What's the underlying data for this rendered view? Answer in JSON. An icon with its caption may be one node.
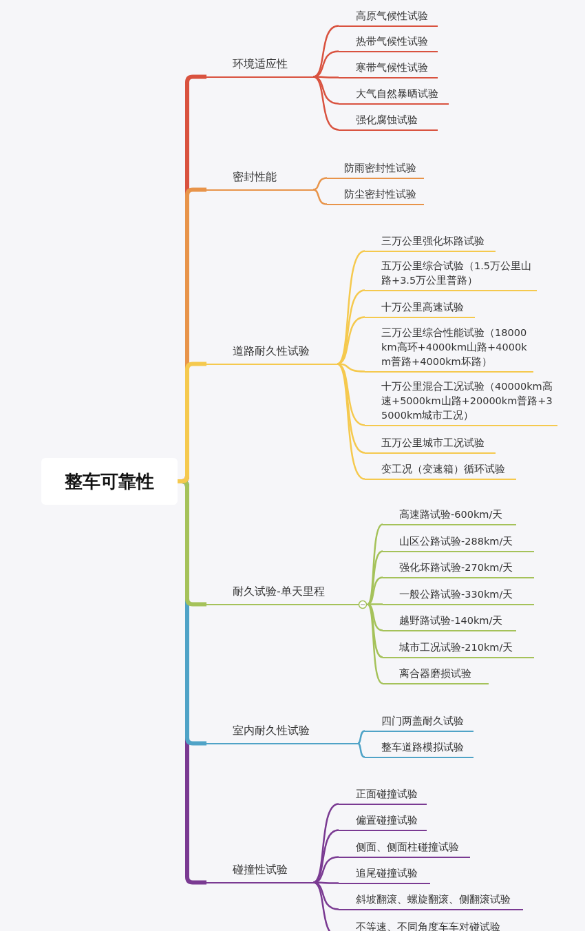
{
  "diagram": {
    "nodes": [
      {
        "text": [
          "整车可靠性"
        ]
      },
      {
        "text": [
          "环境适应性"
        ]
      },
      {
        "text": [
          "高原气候性试验"
        ]
      },
      {
        "text": [
          "热带气候性试验"
        ]
      },
      {
        "text": [
          "寒带气候性试验"
        ]
      },
      {
        "text": [
          "大气自然暴晒试验"
        ]
      },
      {
        "text": [
          "强化腐蚀试验"
        ]
      },
      {
        "text": [
          "密封性能"
        ]
      },
      {
        "text": [
          "防雨密封性试验"
        ]
      },
      {
        "text": [
          "防尘密封性试验"
        ]
      },
      {
        "text": [
          "道路耐久性试验"
        ]
      },
      {
        "text": [
          "三万公里强化坏路试验"
        ]
      },
      {
        "text": [
          "五万公里综合试验（1.5万公里山路+3.5万公里普路）"
        ]
      },
      {
        "text": [
          "十万公里高速试验"
        ]
      },
      {
        "text": [
          "三万公里综合性能试验（18000km高环+4000km山路+4000km普路+4000km坏路）"
        ]
      },
      {
        "text": [
          "十万公里混合工况试验（40000km高速+5000km山路+20000km普路+35000km城市工况）"
        ]
      },
      {
        "text": [
          "五万公里城市工况试验"
        ]
      },
      {
        "text": [
          "变工况（变速箱）循环试验"
        ]
      },
      {
        "text": [
          "耐久试验-单天里程"
        ]
      },
      {
        "text": [
          "高速路试验-600km/天"
        ]
      },
      {
        "text": [
          "山区公路试验-288km/天"
        ]
      },
      {
        "text": [
          "强化坏路试验-270km/天"
        ]
      },
      {
        "text": [
          "一般公路试验-330km/天"
        ]
      },
      {
        "text": [
          "越野路试验-140km/天"
        ]
      },
      {
        "text": [
          "城市工况试验-210km/天"
        ]
      },
      {
        "text": [
          "离合器磨损试验"
        ]
      },
      {
        "text": [
          "室内耐久性试验"
        ]
      },
      {
        "text": [
          "四门两盖耐久试验"
        ]
      },
      {
        "text": [
          "整车道路模拟试验"
        ]
      },
      {
        "text": [
          "碰撞性试验"
        ]
      },
      {
        "text": [
          "正面碰撞试验"
        ]
      },
      {
        "text": [
          "偏置碰撞试验"
        ]
      },
      {
        "text": [
          "侧面、侧面柱碰撞试验"
        ]
      },
      {
        "text": [
          "追尾碰撞试验"
        ]
      },
      {
        "text": [
          "斜坡翻滚、螺旋翻滚、侧翻滚试验"
        ]
      },
      {
        "text": [
          "不等速、不同角度车车对碰试验"
        ]
      }
    ],
    "edges": [
      {
        "from": 0,
        "to": 1,
        "arrow": "none",
        "style": "thick",
        "color": "#d9523f"
      },
      {
        "from": 1,
        "to": 2,
        "arrow": "none",
        "color": "#d9523f"
      },
      {
        "from": 1,
        "to": 3,
        "arrow": "none",
        "color": "#d9523f"
      },
      {
        "from": 1,
        "to": 4,
        "arrow": "none",
        "color": "#d9523f"
      },
      {
        "from": 1,
        "to": 5,
        "arrow": "none",
        "color": "#d9523f"
      },
      {
        "from": 1,
        "to": 6,
        "arrow": "none",
        "color": "#d9523f"
      },
      {
        "from": 0,
        "to": 7,
        "arrow": "none",
        "style": "thick",
        "color": "#e8944a"
      },
      {
        "from": 7,
        "to": 8,
        "arrow": "none",
        "color": "#e8944a"
      },
      {
        "from": 7,
        "to": 9,
        "arrow": "none",
        "color": "#e8944a"
      },
      {
        "from": 0,
        "to": 10,
        "arrow": "none",
        "style": "thick",
        "color": "#f5c94e"
      },
      {
        "from": 10,
        "to": 11,
        "arrow": "none",
        "color": "#f5c94e"
      },
      {
        "from": 10,
        "to": 12,
        "arrow": "none",
        "color": "#f5c94e"
      },
      {
        "from": 10,
        "to": 13,
        "arrow": "none",
        "color": "#f5c94e"
      },
      {
        "from": 10,
        "to": 14,
        "arrow": "none",
        "color": "#f5c94e"
      },
      {
        "from": 10,
        "to": 15,
        "arrow": "none",
        "color": "#f5c94e"
      },
      {
        "from": 10,
        "to": 16,
        "arrow": "none",
        "color": "#f5c94e"
      },
      {
        "from": 10,
        "to": 17,
        "arrow": "none",
        "color": "#f5c94e"
      },
      {
        "from": 0,
        "to": 18,
        "arrow": "none",
        "style": "thick",
        "color": "#a5c25a"
      },
      {
        "from": 18,
        "to": 19,
        "arrow": "none",
        "color": "#a5c25a"
      },
      {
        "from": 18,
        "to": 20,
        "arrow": "none",
        "color": "#a5c25a"
      },
      {
        "from": 18,
        "to": 21,
        "arrow": "none",
        "color": "#a5c25a"
      },
      {
        "from": 18,
        "to": 22,
        "arrow": "none",
        "color": "#a5c25a"
      },
      {
        "from": 18,
        "to": 23,
        "arrow": "none",
        "color": "#a5c25a"
      },
      {
        "from": 18,
        "to": 24,
        "arrow": "none",
        "color": "#a5c25a"
      },
      {
        "from": 18,
        "to": 25,
        "arrow": "none",
        "color": "#a5c25a"
      },
      {
        "from": 0,
        "to": 26,
        "arrow": "none",
        "style": "thick",
        "color": "#4fa3c7"
      },
      {
        "from": 26,
        "to": 27,
        "arrow": "none",
        "color": "#4fa3c7"
      },
      {
        "from": 26,
        "to": 28,
        "arrow": "none",
        "color": "#4fa3c7"
      },
      {
        "from": 0,
        "to": 29,
        "arrow": "none",
        "style": "thick",
        "color": "#7a3a92"
      },
      {
        "from": 29,
        "to": 30,
        "arrow": "none",
        "color": "#7a3a92"
      },
      {
        "from": 29,
        "to": 31,
        "arrow": "none",
        "color": "#7a3a92"
      },
      {
        "from": 29,
        "to": 32,
        "arrow": "none",
        "color": "#7a3a92"
      },
      {
        "from": 29,
        "to": 33,
        "arrow": "none",
        "color": "#7a3a92"
      },
      {
        "from": 29,
        "to": 34,
        "arrow": "none",
        "color": "#7a3a92"
      },
      {
        "from": 29,
        "to": 35,
        "arrow": "none",
        "color": "#7a3a92"
      }
    ]
  }
}
